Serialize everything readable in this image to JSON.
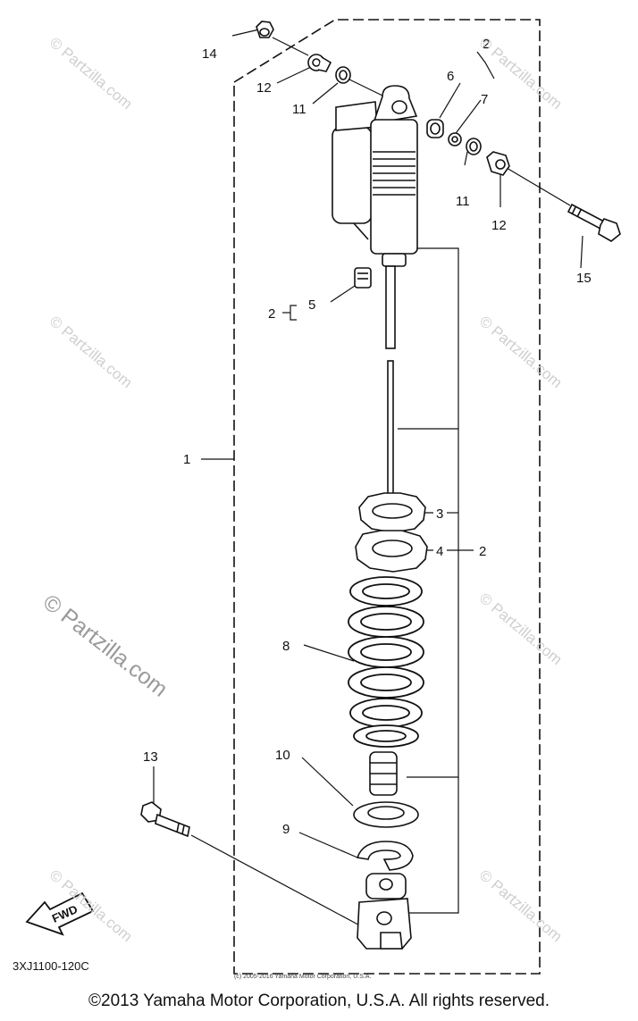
{
  "callouts": {
    "c1": "1",
    "c2a": "2",
    "c2b": "2",
    "c2c": "2",
    "c3": "3",
    "c4": "4",
    "c5": "5",
    "c6": "6",
    "c7": "7",
    "c8": "8",
    "c9": "9",
    "c10": "10",
    "c11a": "11",
    "c11b": "11",
    "c12a": "12",
    "c12b": "12",
    "c13": "13",
    "c14": "14",
    "c15": "15"
  },
  "fwd_label": "FWD",
  "diagram_code": "3XJ1100-120C",
  "small_notice": "(c) 2005-2016 Yamaha Motor Corporation, U.S.A.",
  "watermark_text": "© Partzilla.com",
  "footer_copyright": "©2013 Yamaha Motor Corporation, U.S.A. All rights reserved."
}
